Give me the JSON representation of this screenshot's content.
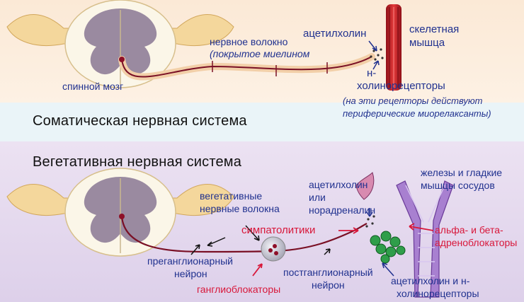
{
  "colors": {
    "label_blue": "#20318f",
    "label_red": "#d8173a",
    "nerve": "#7a1025",
    "muscle": "#c8202c",
    "vessel": "#9a6ac8"
  },
  "somatic": {
    "title": "Соматическая нервная система",
    "spinal_cord": "спинной мозг",
    "nerve_fiber": "нервное волокно",
    "myelin_note": "(покрытое миелином",
    "acetylcholine": "ацетилхолин",
    "skeletal_muscle_1": "скелетная",
    "skeletal_muscle_2": "мышца",
    "n_receptors_1": "н-",
    "n_receptors_2": "холинорецепторы",
    "note_1": "(на эти рецепторы действуют",
    "note_2": "периферические миорелаксанты)"
  },
  "autonomic": {
    "title": "Вегетативная нервная система",
    "fibers_1": "вегетативные",
    "fibers_2": "нервные волокна",
    "mediator_1": "ацетилхолин",
    "mediator_2": "или",
    "mediator_3": "норадреналин",
    "glands_1": "железы и гладкие",
    "glands_2": "мышцы сосудов",
    "sympatholytics": "симпатолитики",
    "blockers_1": "альфа- и бета-",
    "blockers_2": "адреноблокаторы",
    "pre_1": "преганглионарный",
    "pre_2": "нейрон",
    "post_1": "постганглионарный",
    "post_2": "нейрон",
    "ganglioblockers": "ганглиоблокаторы",
    "receptors_1": "ацетилхолин и н-",
    "receptors_2": "холинорецепторы"
  }
}
